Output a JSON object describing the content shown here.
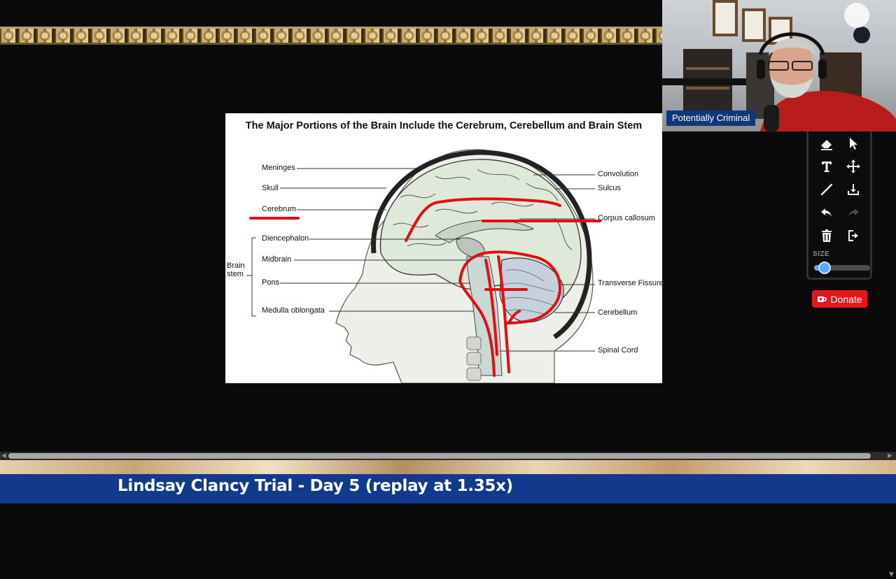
{
  "slide": {
    "title": "The Major Portions of the Brain Include the Cerebrum, Cerebellum and Brain Stem",
    "labels_left": [
      "Meninges",
      "Skull",
      "Cerebrum",
      "Diencephalon",
      "Midbrain",
      "Pons",
      "Medulla oblongata"
    ],
    "brain_stem_label": [
      "Brain",
      "stem"
    ],
    "labels_right": [
      "Convolution",
      "Sulcus",
      "Corpus callosum",
      "Transverse Fissure",
      "Cerebellum",
      "Spinal Cord"
    ]
  },
  "webcam": {
    "name": "Potentially Criminal"
  },
  "toolbox": {
    "size_label": "SIZE",
    "size_value_percent": 10,
    "tools": [
      "eraser-icon",
      "pointer-icon",
      "text-icon",
      "move-icon",
      "line-icon",
      "download-icon",
      "undo-icon",
      "redo-icon",
      "trash-icon",
      "exit-icon"
    ]
  },
  "donate": {
    "label": "Donate"
  },
  "banner": {
    "title": "Lindsay Clancy Trial - Day 5 (replay at 1.35x)"
  },
  "colors": {
    "banner_bg": "#123a8c",
    "donate_bg": "#e8161b",
    "annotation_red": "#e10e14",
    "slider_blue": "#5aa8ff"
  }
}
